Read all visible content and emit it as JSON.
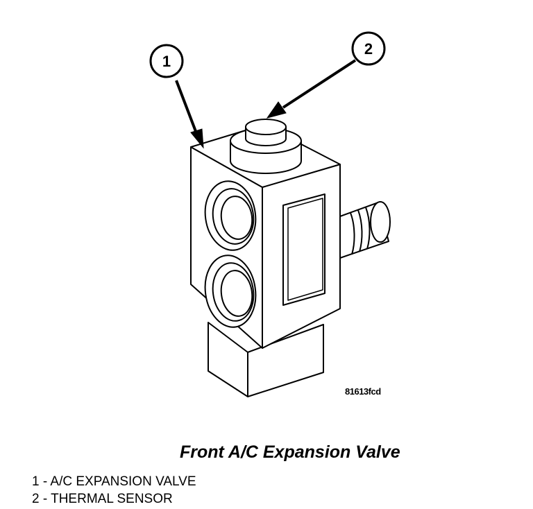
{
  "callouts": [
    {
      "number": "1"
    },
    {
      "number": "2"
    }
  ],
  "figure_id": "81613fcd",
  "caption": "Front A/C Expansion Valve",
  "legend": [
    "1 - A/C EXPANSION VALVE",
    "2 - THERMAL SENSOR"
  ]
}
